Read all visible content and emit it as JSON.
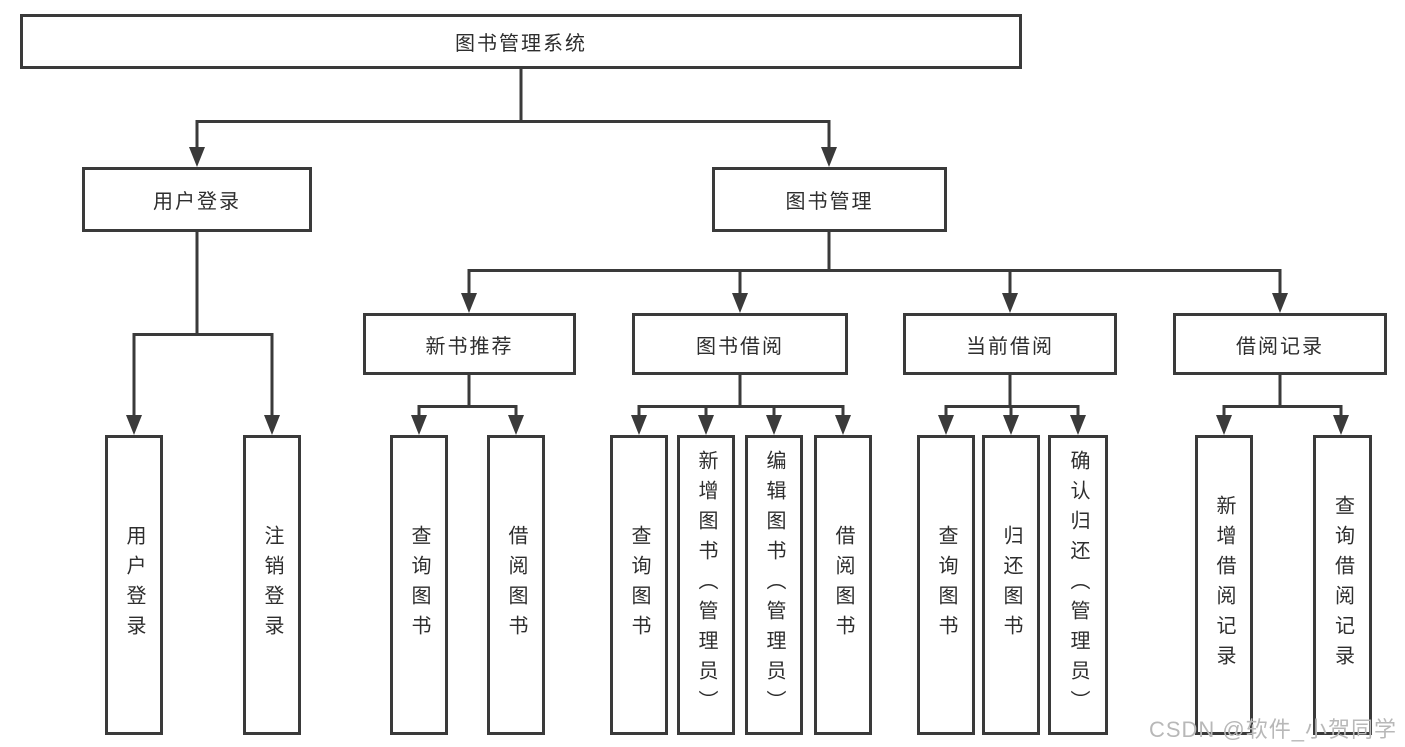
{
  "tree": {
    "root": {
      "label": "图书管理系统",
      "children": [
        {
          "label": "用户登录",
          "children": [
            {
              "label": "用户登录"
            },
            {
              "label": "注销登录"
            }
          ]
        },
        {
          "label": "图书管理",
          "children": [
            {
              "label": "新书推荐",
              "children": [
                {
                  "label": "查询图书"
                },
                {
                  "label": "借阅图书"
                }
              ]
            },
            {
              "label": "图书借阅",
              "children": [
                {
                  "label": "查询图书"
                },
                {
                  "label": "新增图书（管理员）"
                },
                {
                  "label": "编辑图书（管理员）"
                },
                {
                  "label": "借阅图书"
                }
              ]
            },
            {
              "label": "当前借阅",
              "children": [
                {
                  "label": "查询图书"
                },
                {
                  "label": "归还图书"
                },
                {
                  "label": "确认归还（管理员）"
                }
              ]
            },
            {
              "label": "借阅记录",
              "children": [
                {
                  "label": "新增借阅记录"
                },
                {
                  "label": "查询借阅记录"
                }
              ]
            }
          ]
        }
      ]
    }
  },
  "watermark": {
    "text": "CSDN @软件_小贺同学"
  },
  "colors": {
    "line": "#3a3a3a",
    "node_border": "#3a3a3a",
    "node_background": "#ffffff",
    "text": "#2e2e2e",
    "watermark": "#b8b8b8"
  }
}
